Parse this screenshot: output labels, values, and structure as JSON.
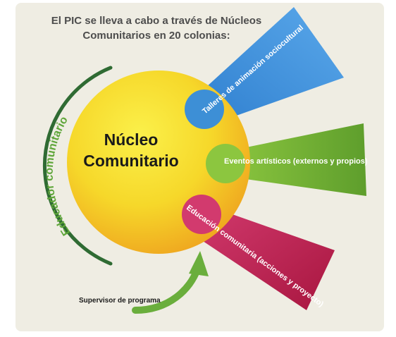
{
  "heading": {
    "line1": "El PIC se lleva a cabo a través de Núcleos",
    "line2": "Comunitarios en 20 colonias:"
  },
  "center": {
    "line1": "Núcleo",
    "line2": "Comunitario"
  },
  "rays": [
    {
      "label": "Talleres de animación sociocultural",
      "color": "#3d8fd6"
    },
    {
      "label": "Eventos artísticos (externos y propios)",
      "color": "#72b434"
    },
    {
      "label": "Educación comunitaria (acciones y proyecto)",
      "color": "#c7245e"
    }
  ],
  "arc_label": "Educador comunitario",
  "supervisor_label": "Supervisor de programa",
  "colors": {
    "panel": "#efede3",
    "circle_core": "#f6e62a",
    "circle_edge": "#f0a81e",
    "arc": "#2f6b33",
    "arrow": "#6aae3c",
    "heading": "#4d4d4d"
  }
}
